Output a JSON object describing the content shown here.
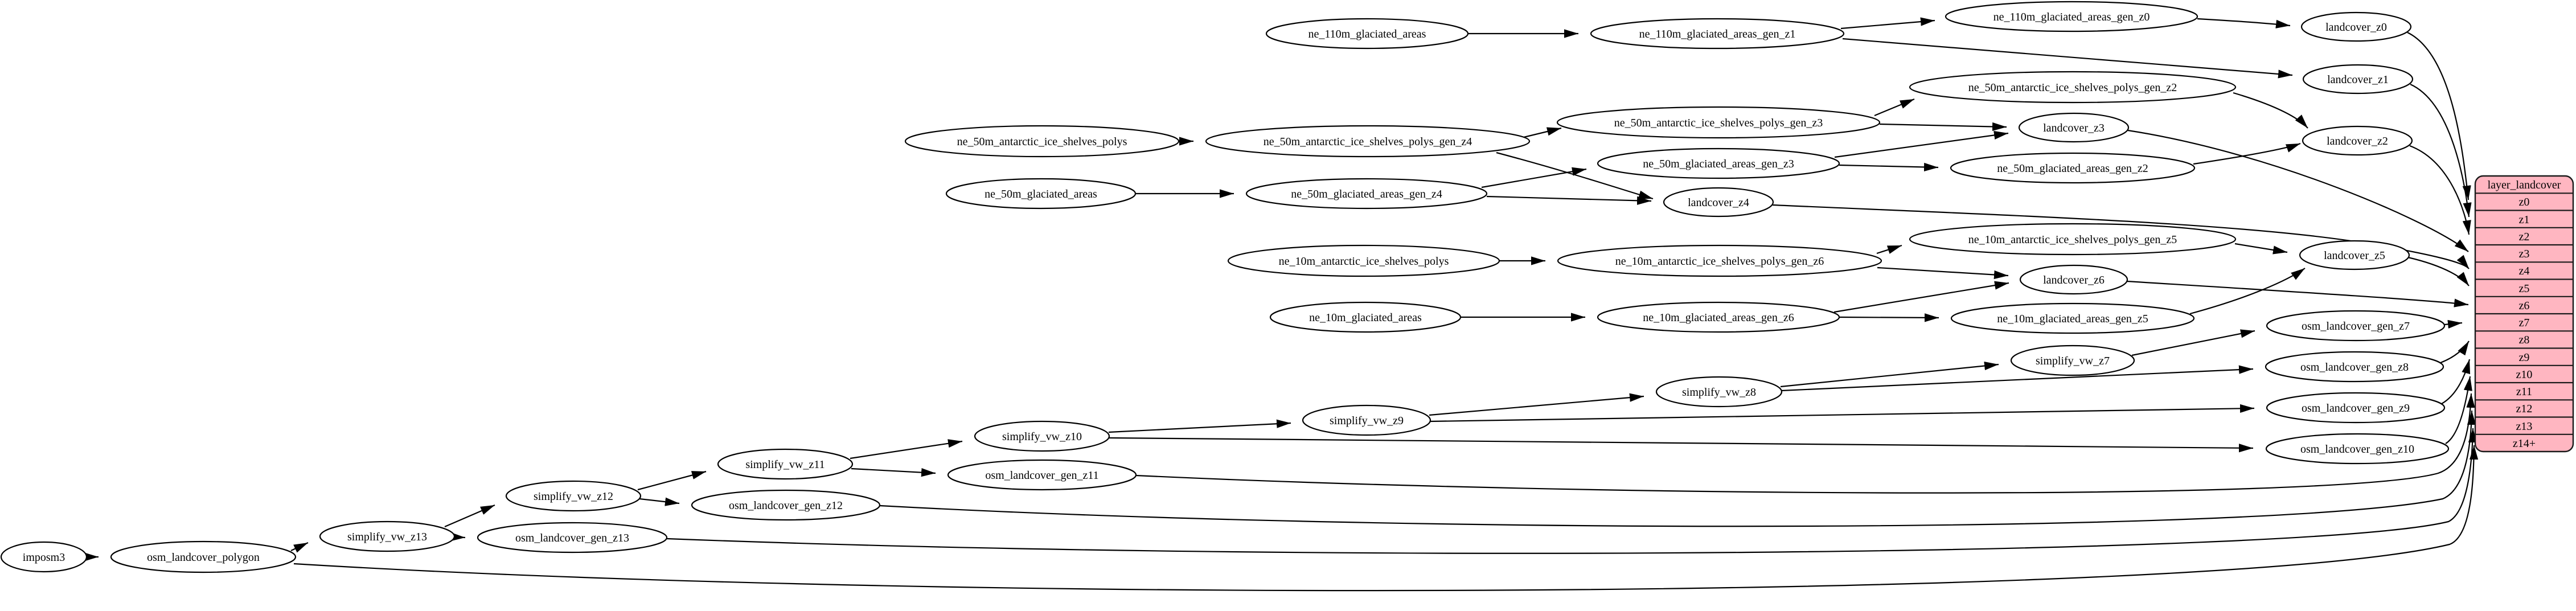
{
  "colors": {
    "background": "#ffffff",
    "node_fill": "#ffffff",
    "node_stroke": "#000000",
    "edge_color": "#000000",
    "table_fill": "#ffb6c1",
    "table_stroke": "#1a1a1a"
  },
  "nodes": {
    "imposm3": "imposm3",
    "osm_landcover_polygon": "osm_landcover_polygon",
    "simplify_vw_z13": "simplify_vw_z13",
    "osm_landcover_gen_z13": "osm_landcover_gen_z13",
    "simplify_vw_z12": "simplify_vw_z12",
    "osm_landcover_gen_z12": "osm_landcover_gen_z12",
    "simplify_vw_z11": "simplify_vw_z11",
    "osm_landcover_gen_z11": "osm_landcover_gen_z11",
    "simplify_vw_z10": "simplify_vw_z10",
    "osm_landcover_gen_z10": "osm_landcover_gen_z10",
    "simplify_vw_z9": "simplify_vw_z9",
    "osm_landcover_gen_z9": "osm_landcover_gen_z9",
    "simplify_vw_z8": "simplify_vw_z8",
    "osm_landcover_gen_z8": "osm_landcover_gen_z8",
    "simplify_vw_z7": "simplify_vw_z7",
    "osm_landcover_gen_z7": "osm_landcover_gen_z7",
    "ne_110m_glaciated_areas": "ne_110m_glaciated_areas",
    "ne_110m_glaciated_areas_gen_z1": "ne_110m_glaciated_areas_gen_z1",
    "ne_110m_glaciated_areas_gen_z0": "ne_110m_glaciated_areas_gen_z0",
    "landcover_z0": "landcover_z0",
    "landcover_z1": "landcover_z1",
    "landcover_z2": "landcover_z2",
    "landcover_z3": "landcover_z3",
    "landcover_z4": "landcover_z4",
    "landcover_z5": "landcover_z5",
    "landcover_z6": "landcover_z6",
    "ne_50m_antarctic_ice_shelves_polys": "ne_50m_antarctic_ice_shelves_polys",
    "ne_50m_antarctic_ice_shelves_polys_gen_z4": "ne_50m_antarctic_ice_shelves_polys_gen_z4",
    "ne_50m_antarctic_ice_shelves_polys_gen_z3": "ne_50m_antarctic_ice_shelves_polys_gen_z3",
    "ne_50m_antarctic_ice_shelves_polys_gen_z2": "ne_50m_antarctic_ice_shelves_polys_gen_z2",
    "ne_50m_glaciated_areas": "ne_50m_glaciated_areas",
    "ne_50m_glaciated_areas_gen_z4": "ne_50m_glaciated_areas_gen_z4",
    "ne_50m_glaciated_areas_gen_z3": "ne_50m_glaciated_areas_gen_z3",
    "ne_50m_glaciated_areas_gen_z2": "ne_50m_glaciated_areas_gen_z2",
    "ne_10m_antarctic_ice_shelves_polys": "ne_10m_antarctic_ice_shelves_polys",
    "ne_10m_antarctic_ice_shelves_polys_gen_z6": "ne_10m_antarctic_ice_shelves_polys_gen_z6",
    "ne_10m_antarctic_ice_shelves_polys_gen_z5": "ne_10m_antarctic_ice_shelves_polys_gen_z5",
    "ne_10m_glaciated_areas": "ne_10m_glaciated_areas",
    "ne_10m_glaciated_areas_gen_z6": "ne_10m_glaciated_areas_gen_z6",
    "ne_10m_glaciated_areas_gen_z5": "ne_10m_glaciated_areas_gen_z5"
  },
  "table": {
    "title": "layer_landcover",
    "rows": [
      "z0",
      "z1",
      "z2",
      "z3",
      "z4",
      "z5",
      "z6",
      "z7",
      "z8",
      "z9",
      "z10",
      "z11",
      "z12",
      "z13",
      "z14+"
    ]
  }
}
